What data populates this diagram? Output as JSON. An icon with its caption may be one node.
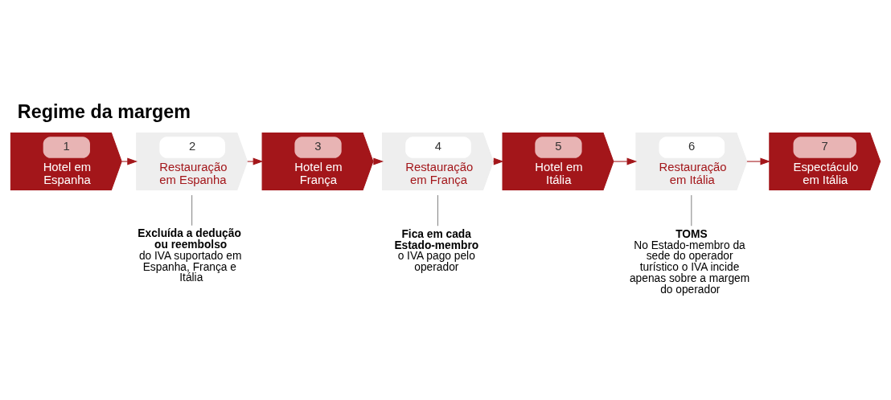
{
  "diagram": {
    "title": "Regime da margem",
    "nodes": [
      {
        "text": [
          "1",
          "Hotel em Espanha"
        ]
      },
      {
        "text": [
          "2",
          "Restauração em Espanha"
        ]
      },
      {
        "text": [
          "3",
          "Hotel em França"
        ]
      },
      {
        "text": [
          "4",
          "Restauração em França"
        ]
      },
      {
        "text": [
          "5",
          "Hotel em Itália"
        ]
      },
      {
        "text": [
          "6",
          "Restauração em Itália"
        ]
      },
      {
        "text": [
          "7",
          "Espectáculo em Itália"
        ]
      },
      {
        "text": [
          "Excluída a dedução ou reembolso",
          "do IVA suportado em Espanha, França e Itália"
        ]
      },
      {
        "text": [
          "Fica em cada Estado-membro",
          "o IVA pago pelo operador"
        ]
      },
      {
        "text": [
          "TOMS",
          "No Estado-membro da sede do operador turístico o IVA incide apenas sobre a margem do operador"
        ]
      }
    ],
    "edges": [
      {
        "from": 0,
        "to": 1,
        "arrow": "to"
      },
      {
        "from": 1,
        "to": 2,
        "arrow": "to"
      },
      {
        "from": 2,
        "to": 3,
        "arrow": "to"
      },
      {
        "from": 3,
        "to": 4,
        "arrow": "to"
      },
      {
        "from": 4,
        "to": 5,
        "arrow": "to"
      },
      {
        "from": 5,
        "to": 6,
        "arrow": "to"
      },
      {
        "from": 1,
        "to": 7,
        "arrow": "none",
        "color": "#888888"
      },
      {
        "from": 3,
        "to": 8,
        "arrow": "none",
        "color": "#888888"
      },
      {
        "from": 5,
        "to": 9,
        "arrow": "none",
        "color": "#888888"
      }
    ]
  }
}
